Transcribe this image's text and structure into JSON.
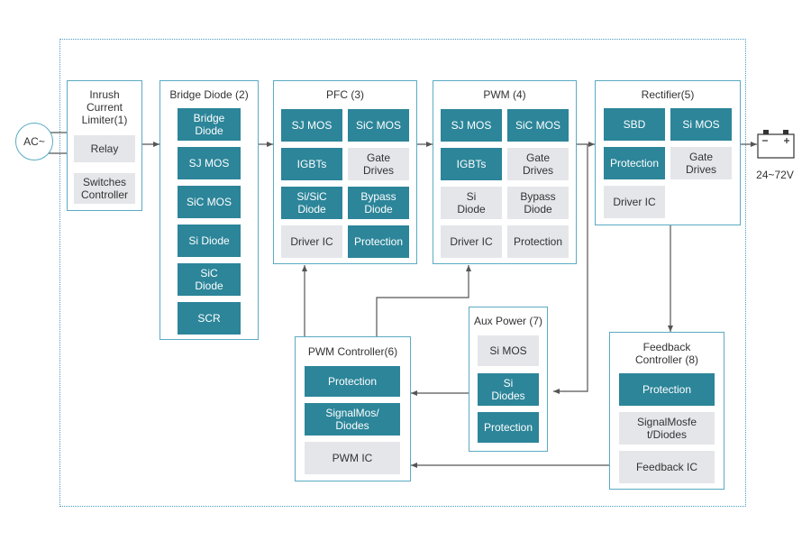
{
  "source": {
    "label": "AC~"
  },
  "output": {
    "voltage_label": "24~72V"
  },
  "blocks": {
    "inrush": {
      "title": "Inrush\nCurrent\nLimiter(1)",
      "items": [
        "Relay",
        "Switches\nController"
      ]
    },
    "bridge": {
      "title": "Bridge Diode (2)",
      "items": [
        "Bridge\nDiode",
        "SJ MOS",
        "SiC MOS",
        "Si Diode",
        "SiC\nDiode",
        "SCR"
      ]
    },
    "pfc": {
      "title": "PFC (3)",
      "items": [
        "SJ MOS",
        "SiC MOS",
        "IGBTs",
        "Gate\nDrives",
        "Si/SiC\nDiode",
        "Bypass\nDiode",
        "Driver IC",
        "Protection"
      ]
    },
    "pwm": {
      "title": "PWM (4)",
      "items": [
        "SJ MOS",
        "SiC MOS",
        "IGBTs",
        "Gate\nDrives",
        "Si\nDiode",
        "Bypass\nDiode",
        "Driver IC",
        "Protection"
      ]
    },
    "rectifier": {
      "title": "Rectifier(5)",
      "items": [
        "SBD",
        "Si MOS",
        "Protection",
        "Gate\nDrives",
        "Driver IC"
      ]
    },
    "pwm_controller": {
      "title": "PWM Controller(6)",
      "items": [
        "Protection",
        "SignalMos/\nDiodes",
        "PWM IC"
      ]
    },
    "aux_power": {
      "title": "Aux Power (7)",
      "items": [
        "Si MOS",
        "Si\nDiodes",
        "Protection"
      ]
    },
    "feedback": {
      "title": "Feedback\nController (8)",
      "items": [
        "Protection",
        "SignalMosfe\nt/Diodes",
        "Feedback IC"
      ]
    }
  },
  "colors": {
    "teal": "#2c8599",
    "gray": "#e4e6ea",
    "border": "#5aabc3",
    "line": "#555555"
  }
}
